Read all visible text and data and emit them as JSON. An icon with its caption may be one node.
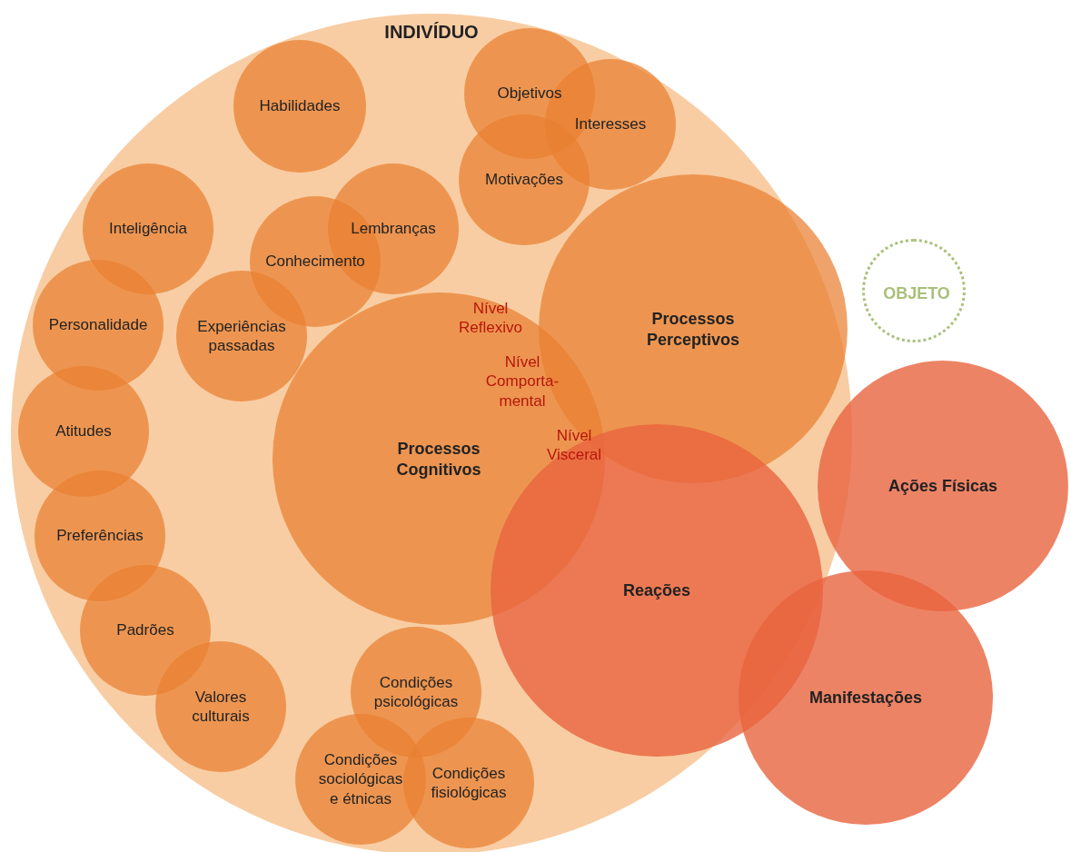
{
  "diagram": {
    "nodes": [
      {
        "text": [
          "INDIVÍDUO"
        ]
      },
      {
        "text": [
          "Habilidades"
        ],
        "in": 0
      },
      {
        "text": [
          "Objetivos"
        ],
        "in": 0
      },
      {
        "text": [
          "Interesses"
        ],
        "in": 0
      },
      {
        "text": [
          "Motivações"
        ],
        "in": 0
      },
      {
        "text": [
          "Inteligência"
        ],
        "in": 0
      },
      {
        "text": [
          "Lembranças"
        ],
        "in": 0
      },
      {
        "text": [
          "Conhecimento"
        ],
        "in": 0
      },
      {
        "text": [
          "Personalidade"
        ],
        "in": 0
      },
      {
        "text": [
          "Experiências passadas"
        ],
        "in": 0
      },
      {
        "text": [
          "Processos Cognitivos"
        ],
        "in": 0
      },
      {
        "text": [
          "Processos Perceptivos"
        ],
        "in": 0
      },
      {
        "text": [
          "OBJETO"
        ]
      },
      {
        "text": [
          "Atitudes"
        ],
        "in": 0
      },
      {
        "text": [
          "Ações Físicas"
        ]
      },
      {
        "text": [
          "Preferências"
        ],
        "in": 0
      },
      {
        "text": [
          "Reações"
        ],
        "in": 0
      },
      {
        "text": [
          "Padrões"
        ],
        "in": 0
      },
      {
        "text": [
          "Valores culturais"
        ],
        "in": 0
      },
      {
        "text": [
          "Condições psicológicas"
        ],
        "in": 0
      },
      {
        "text": [
          "Condições sociológicas e étnicas"
        ],
        "in": 0
      },
      {
        "text": [
          "Condições fisiológicas"
        ],
        "in": 0
      },
      {
        "text": [
          "Manifestações"
        ]
      }
    ],
    "edges": [],
    "labels": [
      "Nível Reflexivo",
      "Nível Comporta- mental",
      "Nível Visceral"
    ]
  }
}
